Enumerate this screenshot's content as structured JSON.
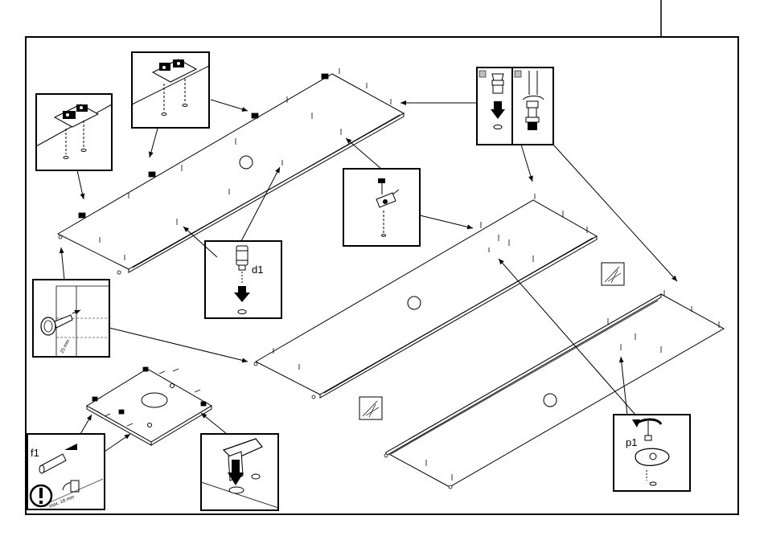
{
  "callouts": {
    "d1": "d1",
    "p1": "p1",
    "f1": "f1"
  },
  "dimensions": {
    "edge_offset": "25 mm",
    "max_depth": "max. 18 mm"
  },
  "icons": {
    "warning": "exclamation-in-circle-icon",
    "rotate": "rotate-arrow-icon",
    "press_down": "down-arrow-icon",
    "swatch": "panel-grain-icon"
  },
  "colors": {
    "line": "#000000",
    "panel": "#ffffff",
    "arrow_fill": "#000000",
    "swatch_bg": "#e6e6e6"
  }
}
